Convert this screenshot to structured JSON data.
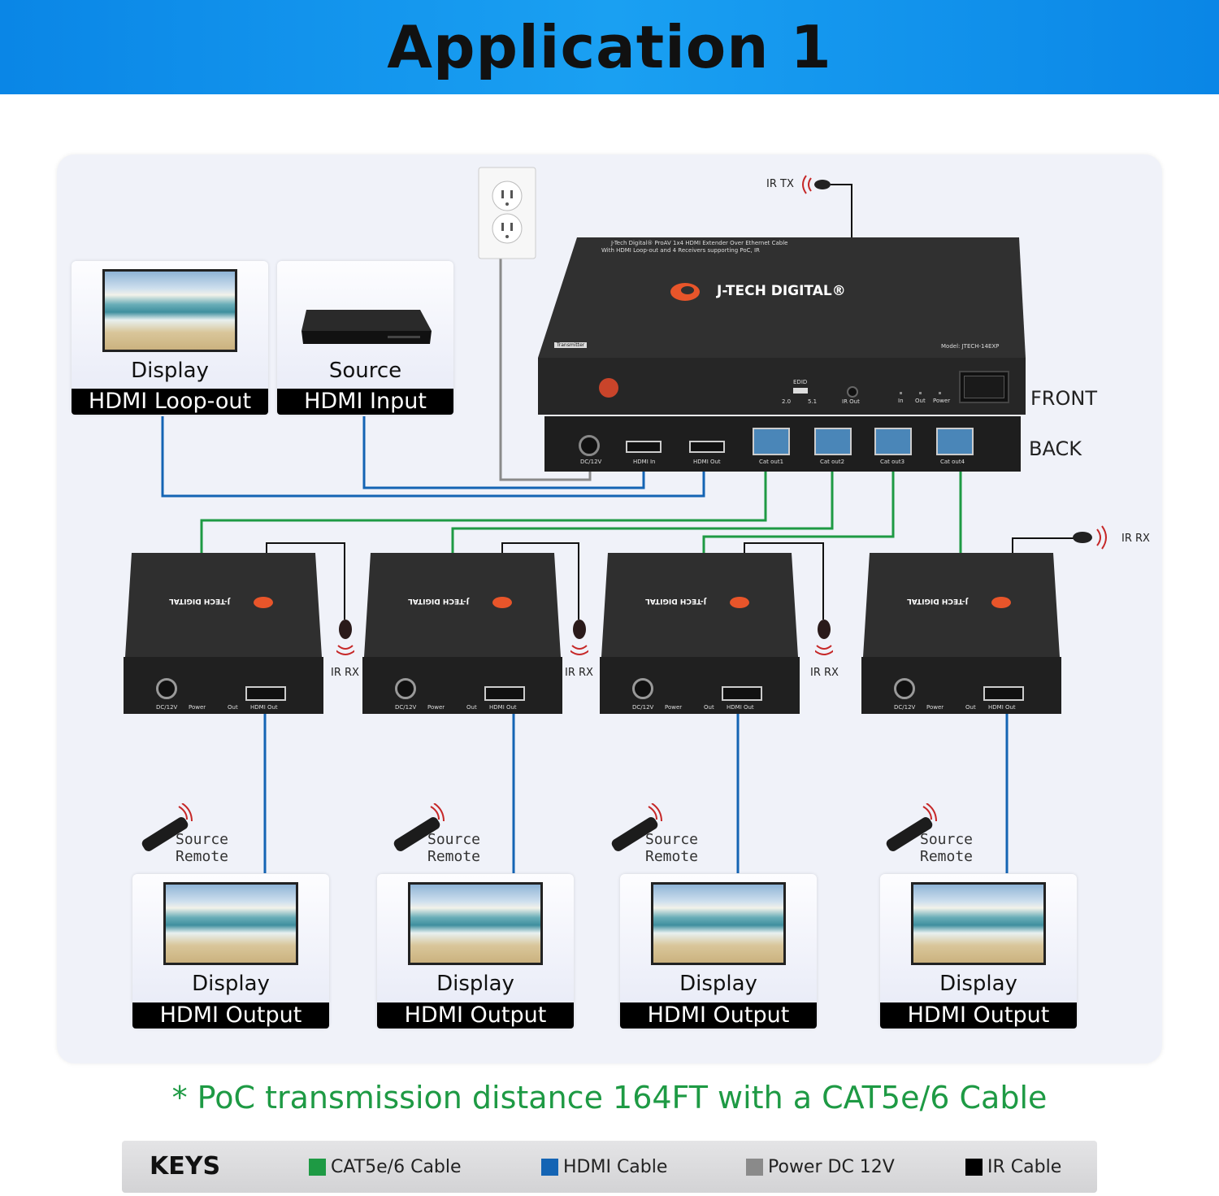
{
  "header": {
    "title": "Application 1"
  },
  "source_cards": [
    {
      "caption": "Display",
      "bar": "HDMI Loop-out"
    },
    {
      "caption": "Source",
      "bar": "HDMI Input"
    }
  ],
  "transmitter": {
    "top_text_1": "J-Tech Digital® ProAV 1x4 HDMI Extender Over Ethernet Cable",
    "top_text_2": "With HDMI Loop-out and 4 Receivers supporting PoC, IR",
    "brand": "J-TECH DIGITAL®",
    "tag": "Transmitter",
    "model": "Model: JTECH-14EXP",
    "front_edid": "EDID",
    "front_edid_20": "2.0",
    "front_edid_51": "5.1",
    "front_ir_out": "IR Out",
    "front_in": "In",
    "front_out": "Out",
    "front_power": "Power",
    "back_ports": [
      "DC/12V",
      "HDMI In",
      "HDMI Out",
      "Cat out1",
      "Cat out2",
      "Cat out3",
      "Cat out4"
    ]
  },
  "side_labels": {
    "front": "FRONT",
    "back": "BACK"
  },
  "ir_labels": {
    "tx": "IR TX",
    "rx": "IR RX"
  },
  "receiver": {
    "brand": "J-TECH DIGITAL",
    "ports": [
      "DC/12V",
      "Power",
      "Out",
      "HDMI Out"
    ]
  },
  "remote_label": "Source Remote",
  "output_cards": [
    {
      "caption": "Display",
      "bar": "HDMI Output"
    },
    {
      "caption": "Display",
      "bar": "HDMI Output"
    },
    {
      "caption": "Display",
      "bar": "HDMI Output"
    },
    {
      "caption": "Display",
      "bar": "HDMI Output"
    }
  ],
  "footnote": "* PoC transmission distance 164FT with a CAT5e/6 Cable",
  "keys": {
    "title": "KEYS",
    "items": [
      {
        "label": "CAT5e/6 Cable",
        "color": "#1e9a44"
      },
      {
        "label": "HDMI Cable",
        "color": "#1464b4"
      },
      {
        "label": "Power DC 12V",
        "color": "#8a8a8a"
      },
      {
        "label": "IR Cable",
        "color": "#000000"
      }
    ]
  },
  "colors": {
    "cat": "#1e9a44",
    "hdmi": "#1464b4",
    "power": "#8a8a8a",
    "ir": "#000000",
    "header": "#0a86e6",
    "device": "#2c2c2c"
  }
}
